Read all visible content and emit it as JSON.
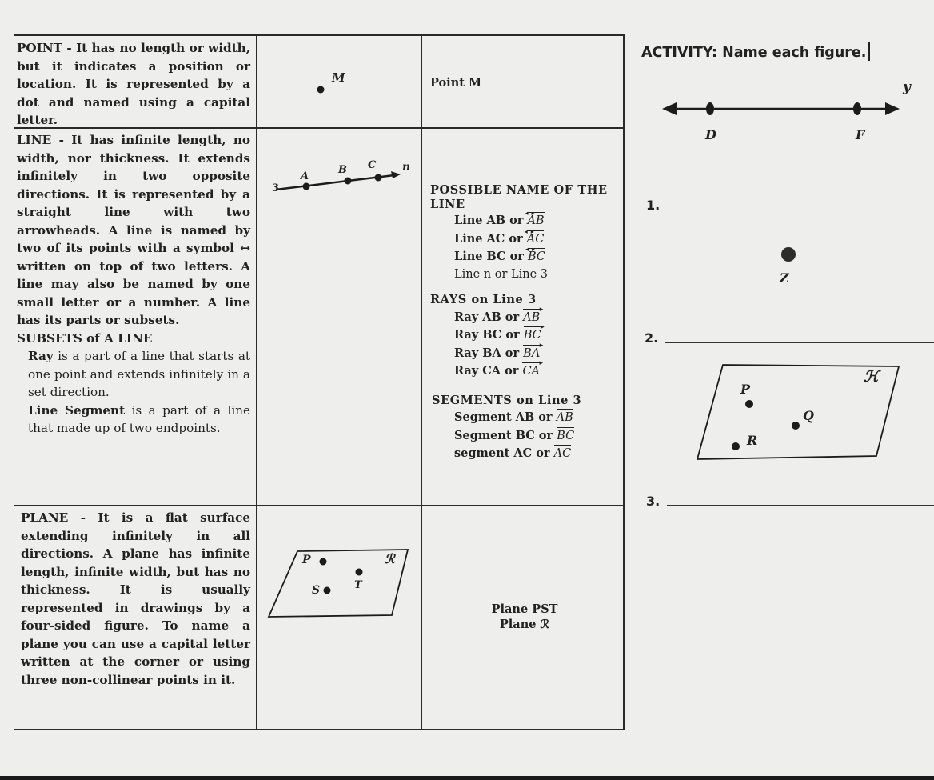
{
  "table": {
    "point": {
      "definition": "POINT - It has no length or width, but it indicates a position or location. It is represented by a dot and named using a capital letter.",
      "figure_label": "M",
      "name": "Point M"
    },
    "line": {
      "definition_1": "LINE - It has infinite length, no width, nor thickness. It extends infinitely in two opposite directions. It is represented by a straight line with two arrowheads. A line is named by two of its points with a symbol ↔ written on top of two letters. A line may also be named by one small letter or a number. A line has its parts or subsets.",
      "subsets_heading": "SUBSETS of A LINE",
      "ray_term": "Ray",
      "ray_def": " is a part of a line that starts at one point and extends infinitely in a set direction.",
      "segment_term": "Line Segment",
      "segment_def": " is a part of a line that made up of two endpoints.",
      "figure": {
        "number_label": "3",
        "a": "A",
        "b": "B",
        "c": "C",
        "n": "n"
      },
      "possible_heading": "POSSIBLE NAME OF THE LINE",
      "names": [
        {
          "text": "Line AB or ",
          "sym": "AB"
        },
        {
          "text": "Line AC or ",
          "sym": "AC"
        },
        {
          "text": "Line BC or ",
          "sym": "BC"
        }
      ],
      "name_n": "Line n or Line 3",
      "rays_heading": "RAYS on Line 3",
      "rays": [
        {
          "text": "Ray AB or ",
          "sym": "AB"
        },
        {
          "text": "Ray BC or ",
          "sym": "BC"
        },
        {
          "text": "Ray BA or ",
          "sym": "BA"
        },
        {
          "text": "Ray CA or ",
          "sym": "CA"
        }
      ],
      "segments_heading": "SEGMENTS on Line 3",
      "segments": [
        {
          "text": "Segment AB or ",
          "sym": "AB"
        },
        {
          "text": "Segment BC or ",
          "sym": "BC"
        },
        {
          "text": "segment AC or ",
          "sym": "AC"
        }
      ]
    },
    "plane": {
      "definition": "PLANE - It is a flat surface extending infinitely in all directions. A plane has infinite length, infinite width, but has no thickness. It is usually represented in drawings by a four-sided figure. To name a plane you can use a capital letter written at the corner or using three non-collinear points in it.",
      "figure": {
        "p": "P",
        "r": "ℛ",
        "s": "S",
        "t": "T"
      },
      "name_1": "Plane PST",
      "name_2": "Plane ℛ"
    }
  },
  "activity": {
    "title": "ACTIVITY: Name each figure.",
    "fig1": {
      "d": "D",
      "f": "F",
      "y": "y"
    },
    "item1": "1.",
    "fig2": {
      "z": "Z"
    },
    "item2": "2.",
    "fig3": {
      "p": "P",
      "q": "Q",
      "r": "R",
      "h": "ℋ"
    },
    "item3": "3."
  }
}
